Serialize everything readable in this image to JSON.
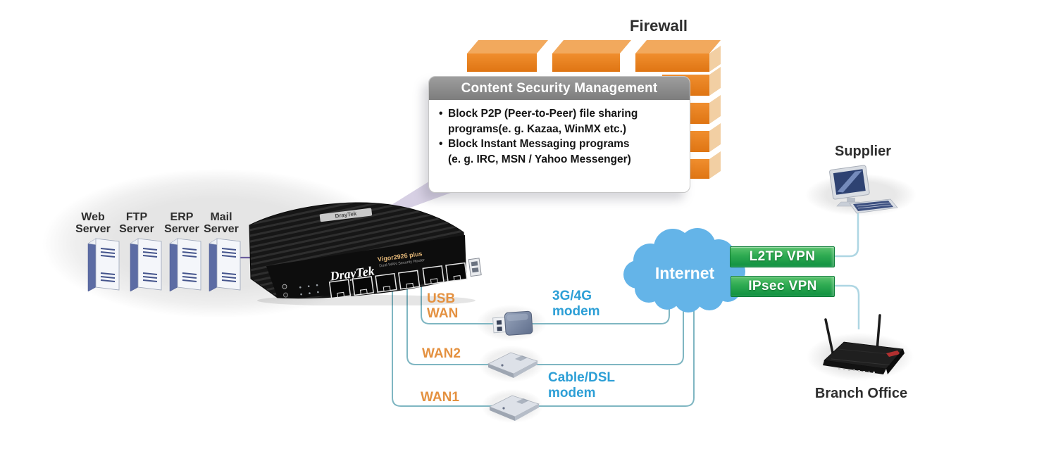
{
  "firewall": {
    "label": "Firewall"
  },
  "csm": {
    "title": "Content Security Management",
    "bullets": [
      {
        "line1": "Block P2P (Peer-to-Peer) file sharing",
        "line2": "programs(e. g. Kazaa, WinMX etc.)"
      },
      {
        "line1": "Block Instant Messaging programs",
        "line2": "(e. g. IRC, MSN / Yahoo Messenger)"
      }
    ]
  },
  "servers": [
    {
      "line1": "Web",
      "line2": "Server"
    },
    {
      "line1": "FTP",
      "line2": "Server"
    },
    {
      "line1": "ERP",
      "line2": "Server"
    },
    {
      "line1": "Mail",
      "line2": "Server"
    }
  ],
  "router": {
    "brand": "DrayTek",
    "model": "Vigor2926 plus",
    "submodel": "Dual-WAN Security Router",
    "top_plate": "DrayTek"
  },
  "wan": {
    "usb": {
      "line1": "USB",
      "line2": "WAN"
    },
    "wan2": "WAN2",
    "wan1": "WAN1"
  },
  "modems": {
    "cellular": {
      "line1": "3G/4G",
      "line2": "modem"
    },
    "cable": {
      "line1": "Cable/DSL",
      "line2": "modem"
    }
  },
  "internet": {
    "label": "Internet"
  },
  "vpn": [
    {
      "label": "L2TP VPN"
    },
    {
      "label": "IPsec VPN"
    }
  ],
  "sites": {
    "supplier": "Supplier",
    "branch": "Branch Office"
  },
  "colors": {
    "orange": "#E49140",
    "blue": "#2D9FD6",
    "green": "#2EA44F",
    "cloud": "#64B4E8",
    "brick": "#E87D1E",
    "line": "#7FB6C2",
    "purple": "#6B5E9E"
  }
}
